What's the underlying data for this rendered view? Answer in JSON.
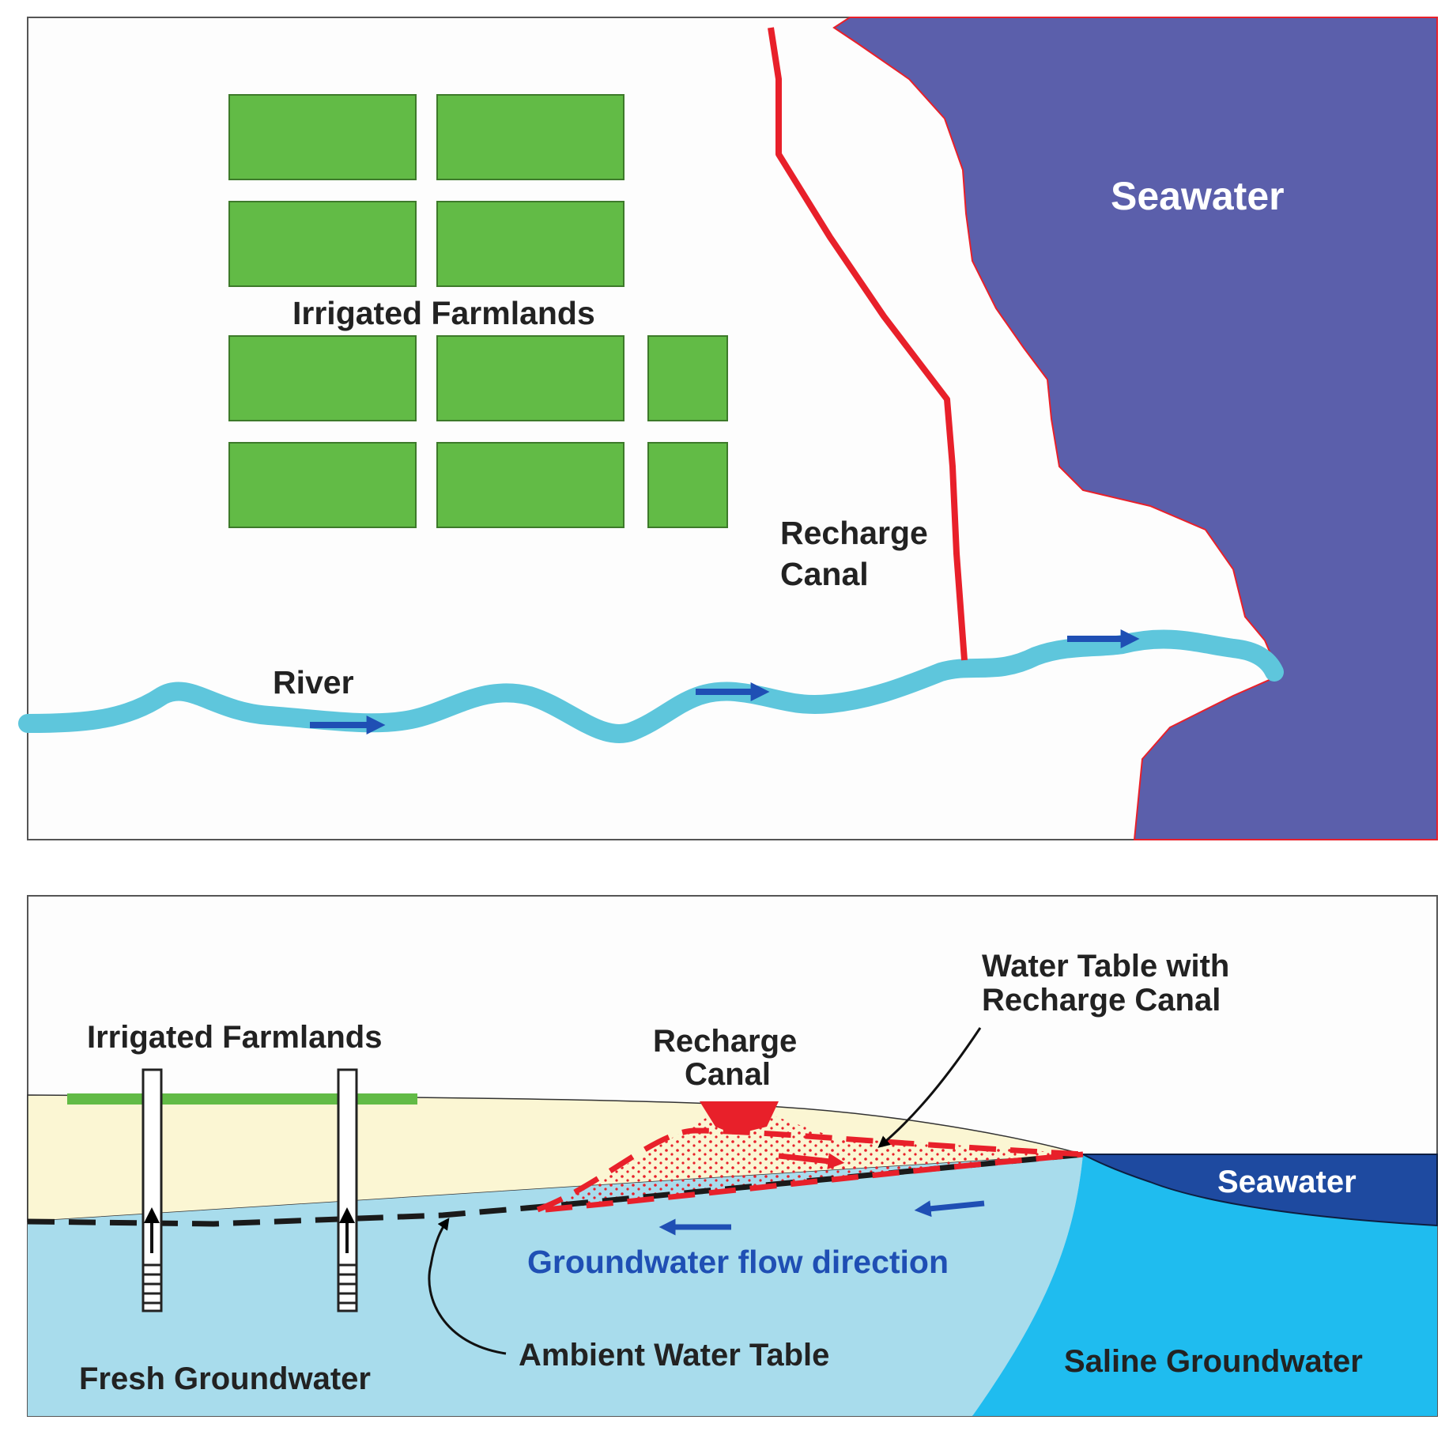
{
  "plan_view": {
    "seawater_label": "Seawater",
    "farmlands_label": "Irrigated Farmlands",
    "canal_label_line1": "Recharge",
    "canal_label_line2": "Canal",
    "river_label": "River"
  },
  "cross_section": {
    "farmlands_label": "Irrigated Farmlands",
    "canal_label_line1": "Recharge",
    "canal_label_line2": "Canal",
    "water_table_canal_line1": "Water Table with",
    "water_table_canal_line2": "Recharge Canal",
    "seawater_label": "Seawater",
    "flow_direction_label": "Groundwater flow direction",
    "ambient_water_table_label": "Ambient Water Table",
    "fresh_groundwater_label": "Fresh Groundwater",
    "saline_groundwater_label": "Saline Groundwater"
  },
  "colors": {
    "seawater": "#5b5fab",
    "farmland": "#62bb46",
    "canal": "#e8202a",
    "river": "#5ec6dc",
    "flow_arrow": "#1f4fb4",
    "unsaturated_soil": "#fbf6d3",
    "fresh_groundwater": "#a8dcec",
    "saline_groundwater": "#1fbcef",
    "seawater_section": "#1e4aa0"
  },
  "icons": {
    "flow_arrow": "right-arrow-icon",
    "pumping_well": "well-icon"
  }
}
